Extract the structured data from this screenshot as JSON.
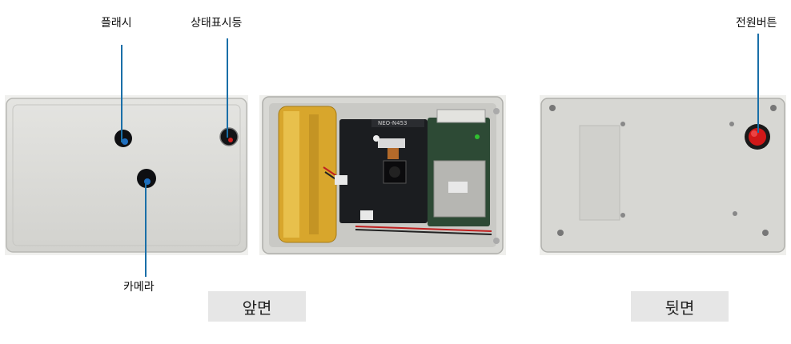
{
  "labels": {
    "flash": "플래시",
    "status_led": "상태표시등",
    "camera": "카메라",
    "power_button": "전원버튼"
  },
  "captions": {
    "front": "앞면",
    "back": "뒷면"
  },
  "board_text": "NEO-N453",
  "colors": {
    "leader": "#1a6fa8",
    "enclosure": "#dcdcd8",
    "pcb": "#1b1d20",
    "battery": "#d8a62c",
    "power_button": "#d01818",
    "caption_bg": "#e6e6e6"
  }
}
